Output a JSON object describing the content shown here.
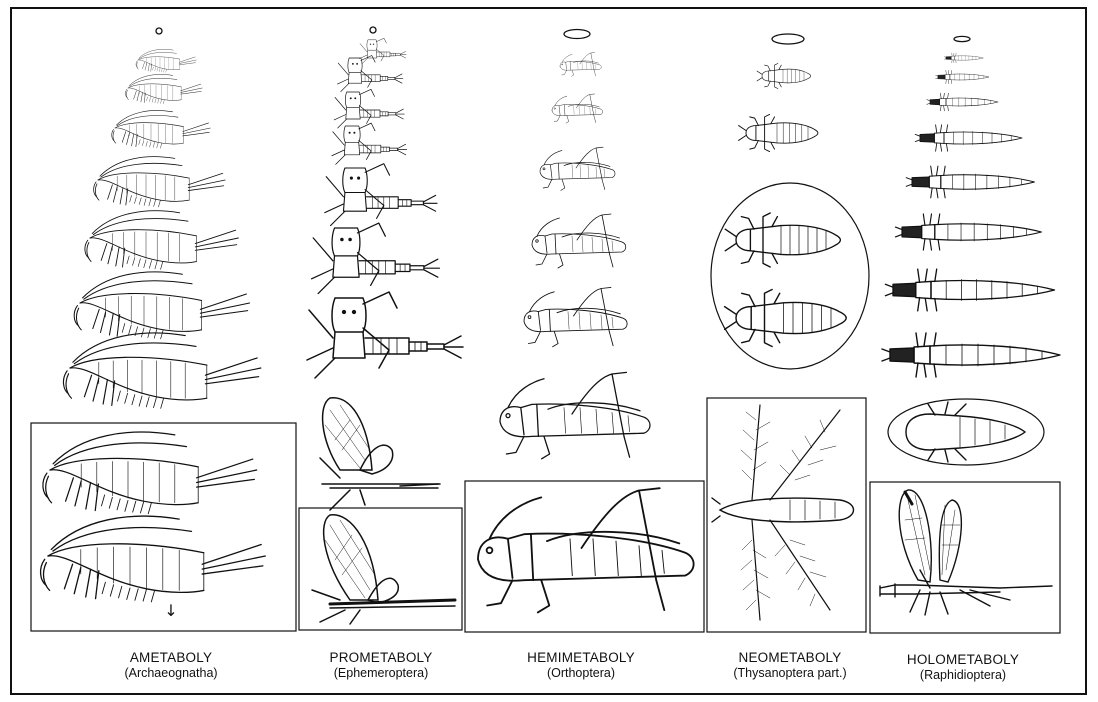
{
  "columns": [
    {
      "name": "AMETABOLY",
      "order": "(Archaeognatha)"
    },
    {
      "name": "PROMETABOLY",
      "order": "(Ephemeroptera)"
    },
    {
      "name": "HEMIMETABOLY",
      "order": "(Orthoptera)"
    },
    {
      "name": "NEOMETABOLY",
      "order": "(Thysanoptera part.)"
    },
    {
      "name": "HOLOMETABOLY",
      "order": "(Raphidioptera)"
    }
  ],
  "arrow": "↓",
  "colors": {
    "ink": "#111111",
    "paper": "#ffffff"
  }
}
